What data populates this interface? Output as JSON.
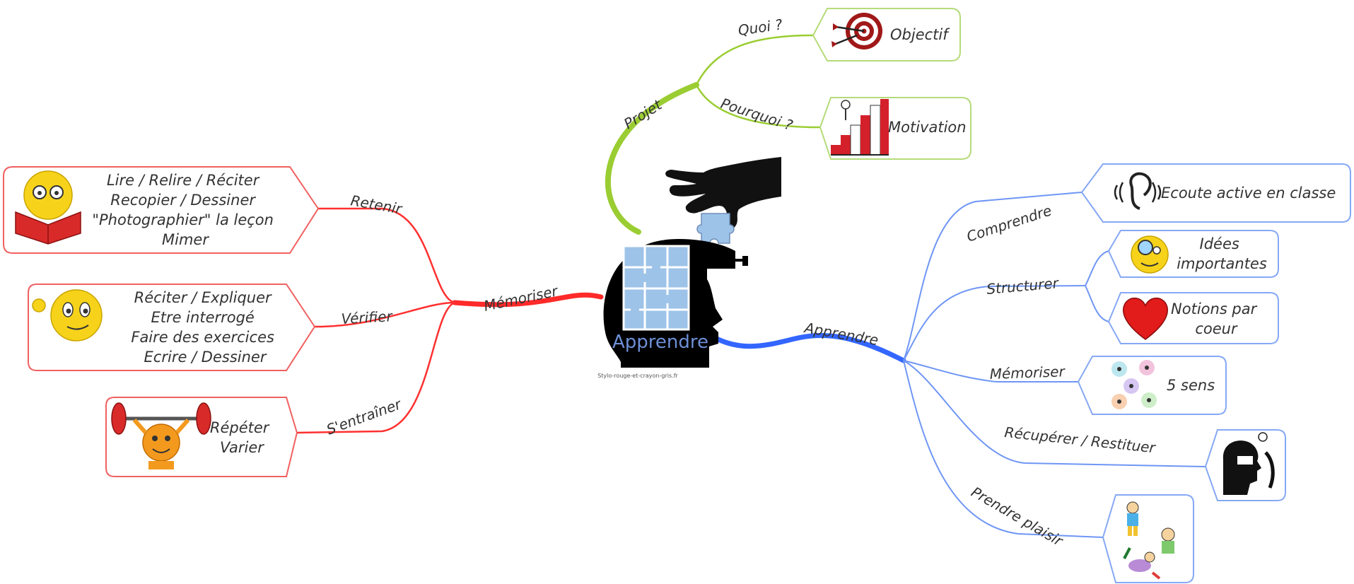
{
  "center": {
    "label": "Apprendre",
    "credit": "Stylo-rouge-et-crayon-gris.fr"
  },
  "colors": {
    "projet": "#9acd32",
    "memoriser": "#ff2a2a",
    "apprendre": "#3366ff",
    "puzzle": "#9ec3e8"
  },
  "projet": {
    "label": "Projet",
    "quoi": {
      "label": "Quoi ?",
      "box": "Objectif",
      "icon": "target-icon"
    },
    "pourquoi": {
      "label": "Pourquoi ?",
      "box": "Motivation",
      "icon": "stairs-icon"
    }
  },
  "memoriser": {
    "label": "Mémoriser",
    "retenir": {
      "label": "Retenir",
      "lines": [
        "Lire / Relire / Réciter",
        "Recopier / Dessiner",
        "\"Photographier\" la leçon",
        "Mimer"
      ]
    },
    "verifier": {
      "label": "Vérifier",
      "lines": [
        "Réciter / Expliquer",
        "Etre interrogé",
        "Faire des exercices",
        "Ecrire / Dessiner"
      ]
    },
    "sentrainer": {
      "label": "S'entraîner",
      "lines": [
        "Répéter",
        "Varier"
      ]
    }
  },
  "apprendre": {
    "label": "Apprendre",
    "comprendre": {
      "label": "Comprendre",
      "box": "Ecoute active en classe"
    },
    "structurer": {
      "label": "Structurer",
      "box1": [
        "Idées",
        "importantes"
      ],
      "box2": [
        "Notions par",
        "coeur"
      ]
    },
    "memoriser": {
      "label": "Mémoriser",
      "box": "5 sens"
    },
    "recuperer": {
      "label": "Récupérer / Restituer"
    },
    "plaisir": {
      "label": "Prendre plaisir"
    }
  }
}
